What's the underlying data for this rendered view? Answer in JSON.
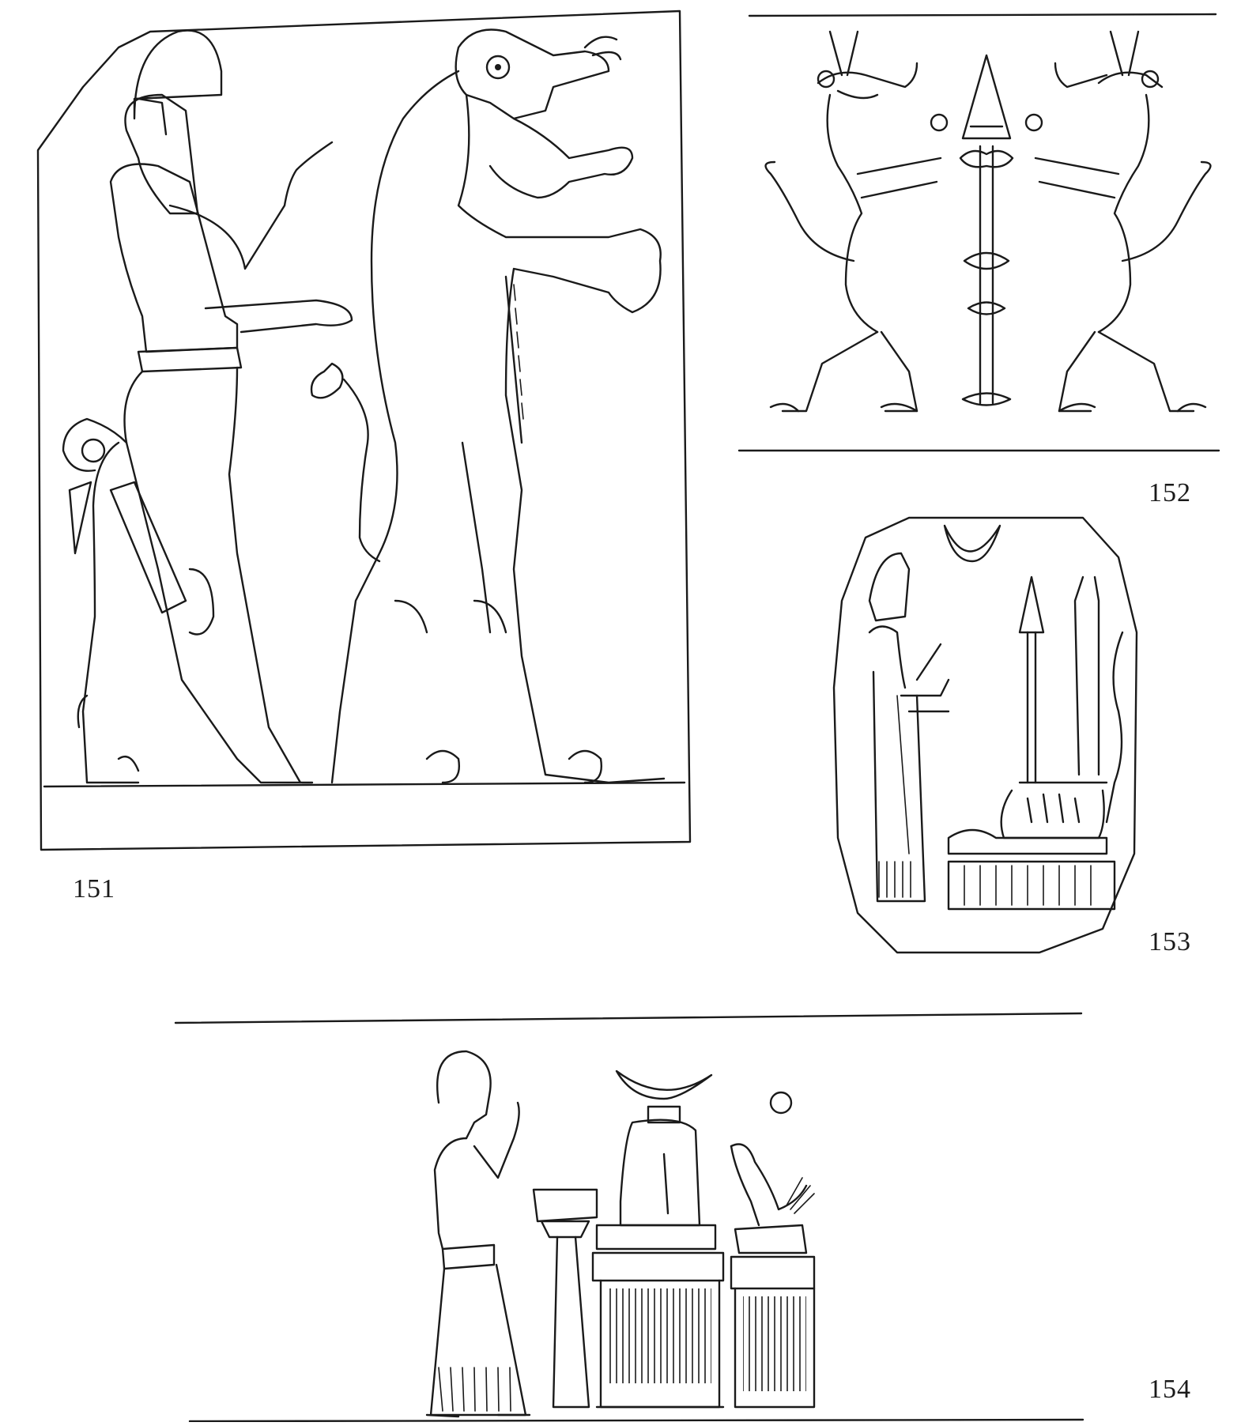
{
  "figures": [
    {
      "number": "151",
      "subject": "relief"
    },
    {
      "number": "152",
      "subject": "cylinder-seal-impression"
    },
    {
      "number": "153",
      "subject": "stamp-seal-impression"
    },
    {
      "number": "154",
      "subject": "cylinder-seal-impression"
    }
  ],
  "labels": {
    "fig151": "151",
    "fig152": "152",
    "fig153": "153",
    "fig154": "154"
  },
  "colors": {
    "ink": "#1a1a1a",
    "paper": "#ffffff"
  }
}
